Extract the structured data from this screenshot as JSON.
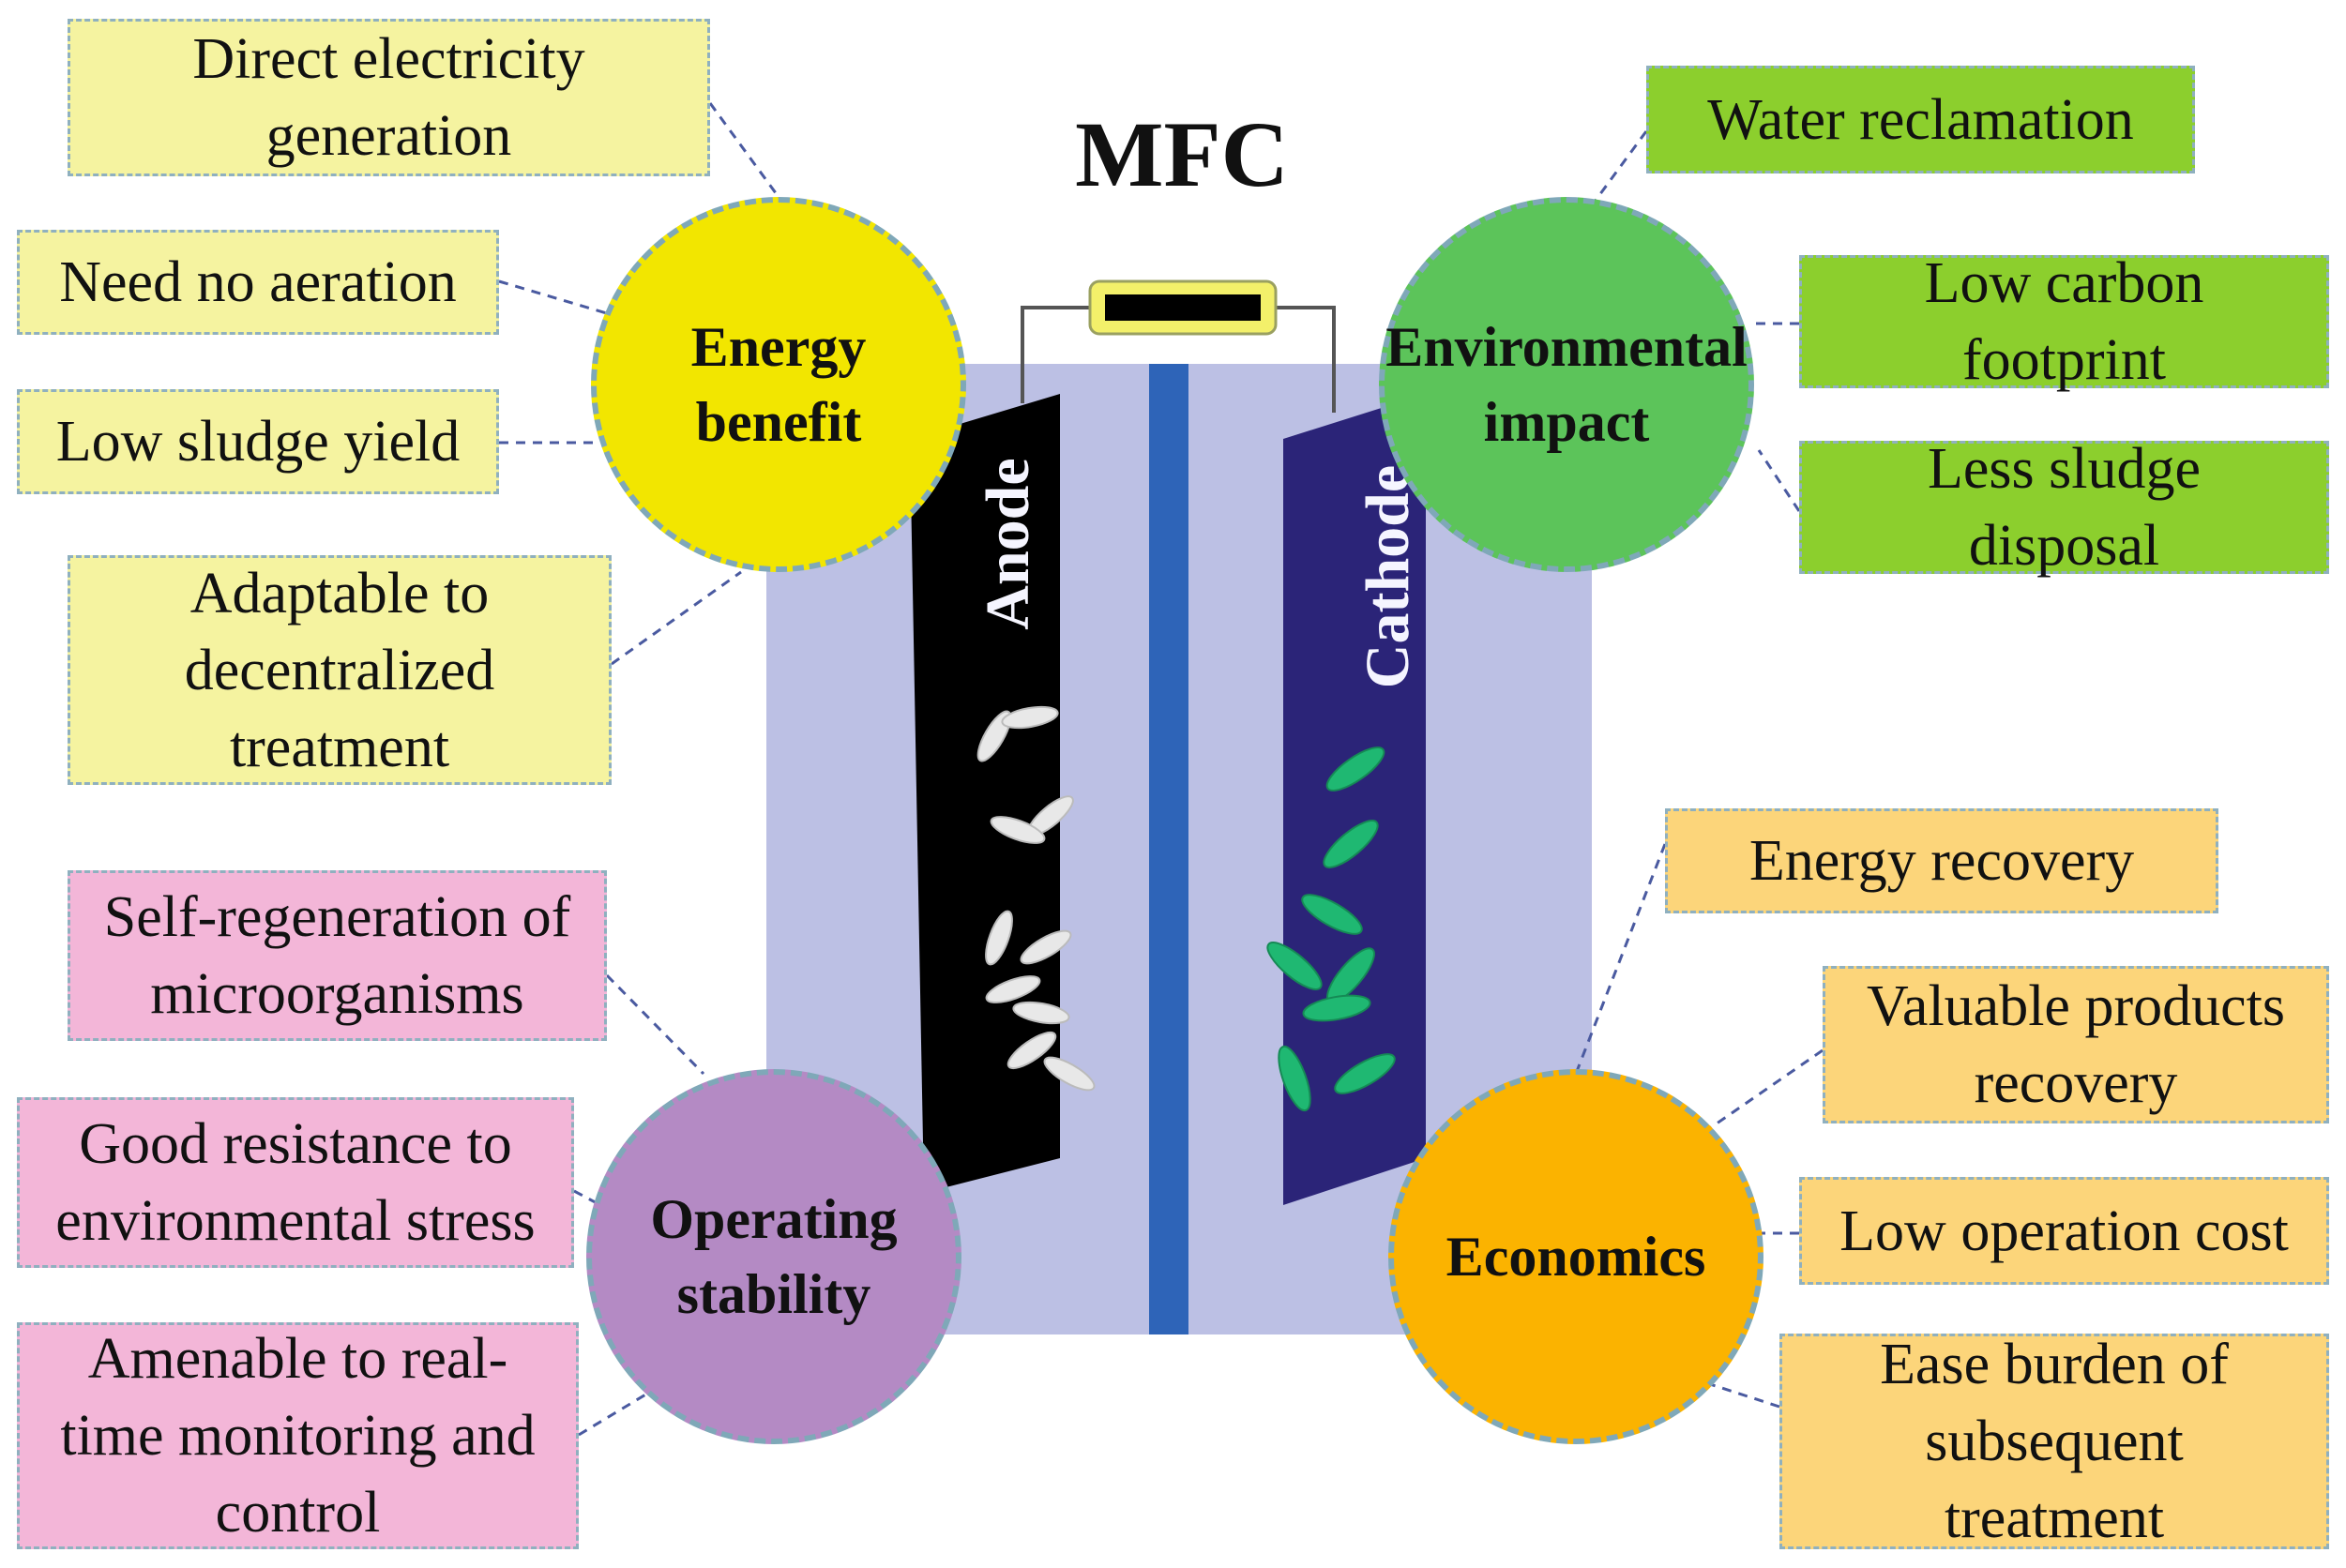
{
  "title": "MFC",
  "electrodes": {
    "anode": "Anode",
    "cathode": "Cathode"
  },
  "colors": {
    "chamber": "#bcc0e4",
    "membrane": "#2e64b8",
    "anode": "#000000",
    "cathode": "#2b2478",
    "resistor": "#f3f06a",
    "energy_box": "#f5f3a0",
    "energy_circle": "#f2e600",
    "environment_box": "#8ccf2d",
    "environment_circle": "#5cc45a",
    "stability_box": "#f3b6d8",
    "stability_circle": "#b48ac4",
    "economics_box": "#fcd57a",
    "economics_circle": "#fbb300",
    "anode_bacteria": "#e8e8e8",
    "cathode_bacteria": "#1fb872"
  },
  "categories": {
    "energy": {
      "label": "Energy\nbenefit",
      "items": [
        "Direct electricity\ngeneration",
        "Need no aeration",
        "Low sludge yield",
        "Adaptable to\ndecentralized\ntreatment"
      ]
    },
    "environment": {
      "label": "Environmental\nimpact",
      "items": [
        "Water reclamation",
        "Low carbon\nfootprint",
        "Less sludge\ndisposal"
      ]
    },
    "stability": {
      "label": "Operating\nstability",
      "items": [
        "Self-regeneration of\nmicroorganisms",
        "Good resistance to\nenvironmental stress",
        "Amenable to real-\ntime monitoring and\ncontrol"
      ]
    },
    "economics": {
      "label": "Economics",
      "items": [
        "Energy recovery",
        "Valuable products\nrecovery",
        "Low operation cost",
        "Ease burden of\nsubsequent\ntreatment"
      ]
    }
  }
}
